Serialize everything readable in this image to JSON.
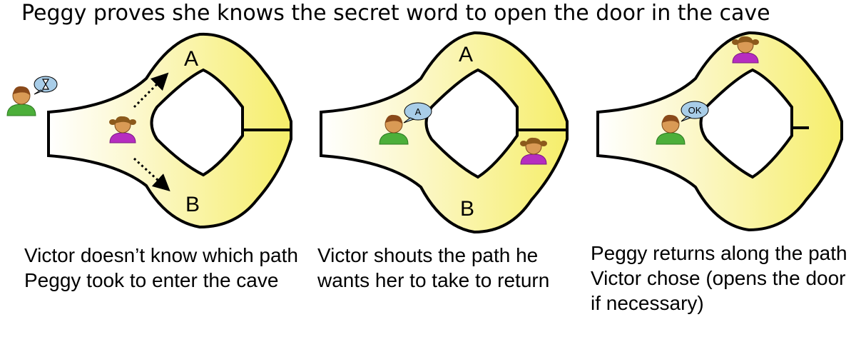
{
  "title": "Peggy proves she knows the secret word to open the door in the cave",
  "panels": [
    {
      "label_a": "A",
      "label_b": "B",
      "caption": "Victor doesn’t know which path Peggy took to enter the cave",
      "victor_bubble": ""
    },
    {
      "label_a": "A",
      "label_b": "B",
      "caption": "Victor shouts the path he wants her to take to return",
      "victor_bubble": "A"
    },
    {
      "caption": "Peggy returns along the path Victor chose (opens the door if necessary)",
      "victor_bubble": "OK"
    }
  ],
  "colors": {
    "cave_light": "#fdfbe0",
    "cave_dark": "#f7f07a",
    "outline": "#000000",
    "victor_shirt": "#4caf3a",
    "peggy_shirt": "#b62dc0",
    "skin": "#d99a55",
    "hair_victor": "#8a4a1a",
    "hair_peggy": "#8c5a1c",
    "bubble": "#a8cde8"
  },
  "icons": [
    "person-victor-icon",
    "person-peggy-icon",
    "hourglass-icon",
    "speech-bubble-icon",
    "dotted-arrow-icon"
  ]
}
